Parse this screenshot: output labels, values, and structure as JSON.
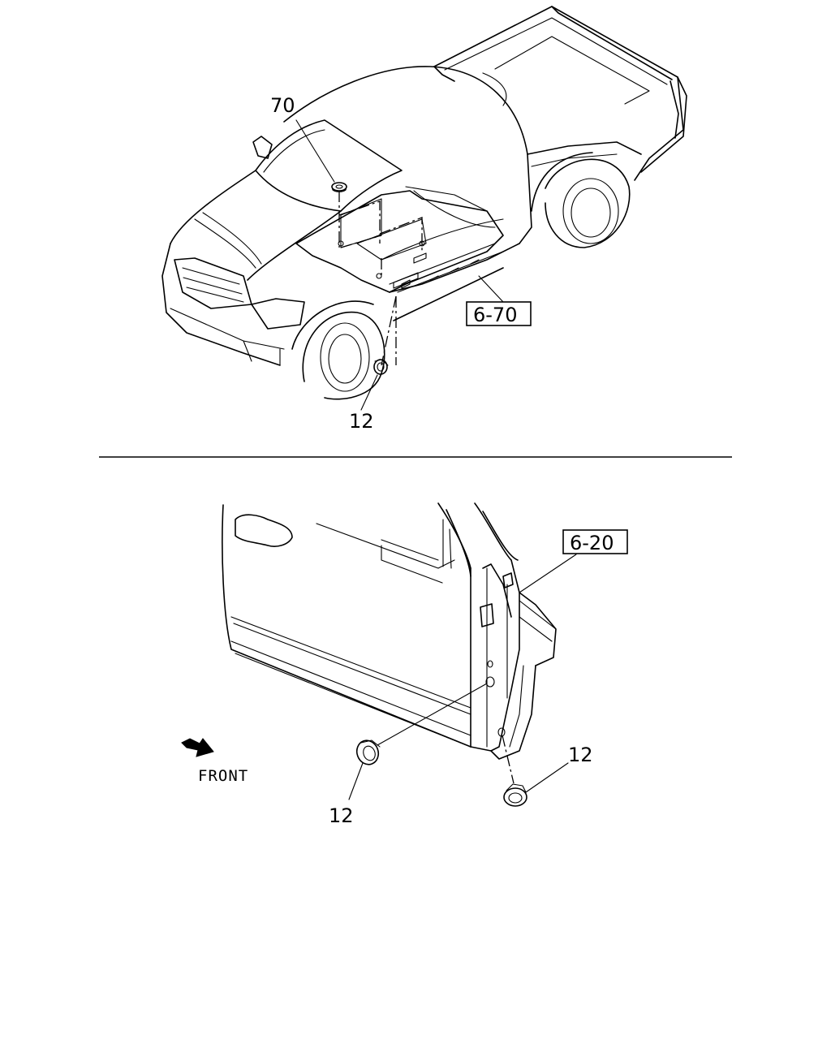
{
  "callouts": {
    "part_70": "70",
    "ref_6_70": "6-70",
    "part_12_top": "12",
    "ref_6_20": "6-20",
    "part_12_left": "12",
    "part_12_right": "12"
  },
  "front_label": "FRONT"
}
